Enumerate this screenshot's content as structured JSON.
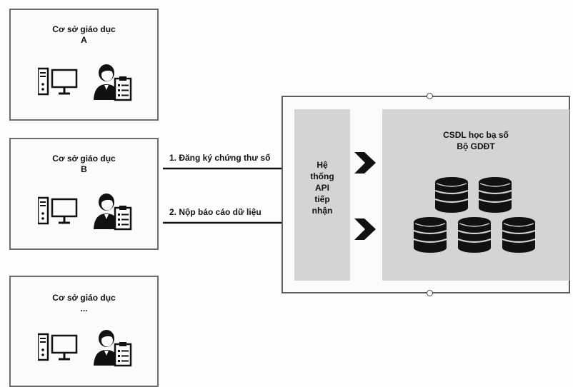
{
  "schools": [
    {
      "line1": "Cơ sở giáo dục",
      "line2": "A"
    },
    {
      "line1": "Cơ sở giáo dục",
      "line2": "B"
    },
    {
      "line1": "Cơ sở giáo dục",
      "line2": "..."
    }
  ],
  "arrows": {
    "register": "1. Đăng ký chứng thư số",
    "submit": "2. Nộp báo cáo dữ liệu"
  },
  "api": {
    "lines": [
      "Hệ",
      "thống",
      "API",
      "tiếp",
      "nhận"
    ]
  },
  "database": {
    "line1": "CSDL học bạ số",
    "line2": "Bộ GDĐT"
  },
  "icons": [
    "computer-tower-icon",
    "monitor-icon",
    "user-clipboard-icon",
    "database-icon"
  ],
  "colors": {
    "panel": "#d4d4d4",
    "border": "#6d6d6d",
    "ink": "#111111"
  }
}
